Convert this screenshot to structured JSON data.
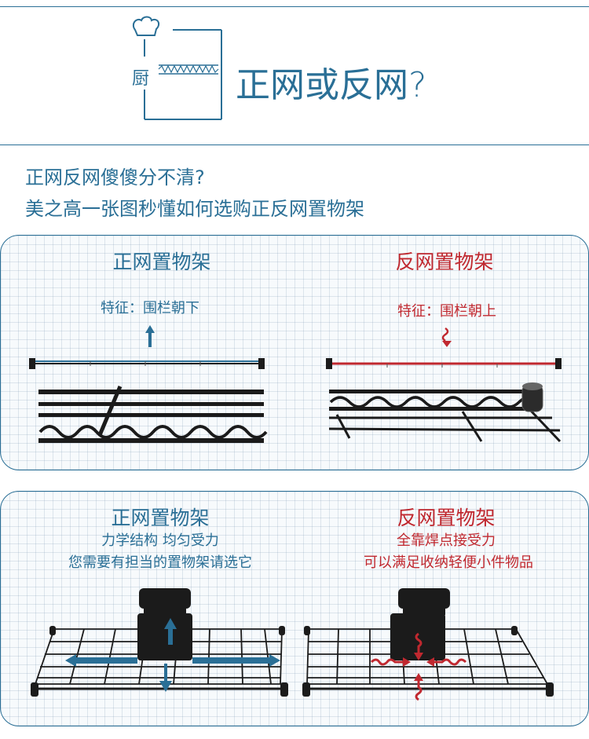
{
  "header": {
    "logo_char": "厨",
    "title": "正网或反网?"
  },
  "intro": {
    "line1": "正网反网傻傻分不清?",
    "line2": "美之高一张图秒懂如何选购正反网置物架"
  },
  "panel_top": {
    "left": {
      "title": "正网置物架",
      "feature": "特征：围栏朝下"
    },
    "right": {
      "title": "反网置物架",
      "feature": "特征：围栏朝上"
    }
  },
  "panel_bottom": {
    "left": {
      "title": "正网置物架",
      "line1": "力学结构 均匀受力",
      "line2": "您需要有担当的置物架请选它"
    },
    "right": {
      "title": "反网置物架",
      "line1": "全靠焊点接受力",
      "line2": "可以满足收纳轻便小件物品"
    }
  },
  "colors": {
    "blue": "#2a6f96",
    "red": "#c0282f",
    "dark": "#1b1b1b"
  }
}
